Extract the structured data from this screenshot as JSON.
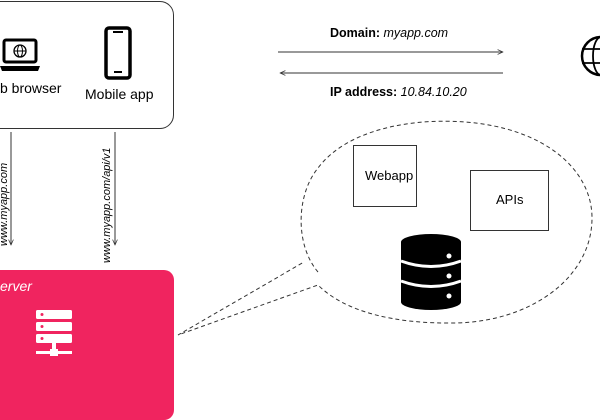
{
  "clients": {
    "web_browser_label": "b browser",
    "mobile_app_label": "Mobile app"
  },
  "requests": {
    "web_url": "www.myapp.com",
    "api_url": "www.myapp.com/api/v1"
  },
  "server": {
    "label": "erver",
    "color": "#f0245f"
  },
  "dns": {
    "domain_label": "Domain:",
    "domain_value": "myapp.com",
    "ip_label": "IP address:",
    "ip_value": "10.84.10.20"
  },
  "server_internals": {
    "webapp_label": "Webapp",
    "apis_label": "APIs"
  },
  "icons": [
    "laptop-globe-icon",
    "mobile-phone-icon",
    "server-rack-icon",
    "database-icon",
    "dns-globe-icon"
  ]
}
